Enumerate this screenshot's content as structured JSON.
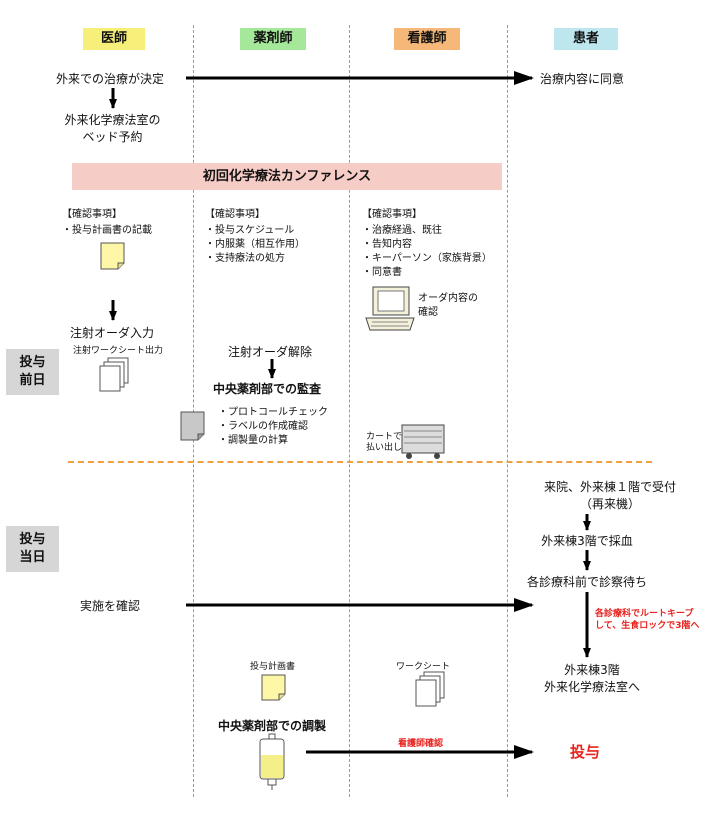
{
  "lanes": [
    {
      "label": "医師",
      "color": "#f6f07a"
    },
    {
      "label": "薬剤師",
      "color": "#a6e89a"
    },
    {
      "label": "看護師",
      "color": "#f6b878"
    },
    {
      "label": "患者",
      "color": "#bde6ee"
    }
  ],
  "phases": {
    "before": [
      "投与",
      "前日"
    ],
    "day": [
      "投与",
      "当日"
    ]
  },
  "doctor": {
    "decide": "外来での治療が決定",
    "bed": [
      "外来化学療法室の",
      "ベッド予約"
    ],
    "confirm_title": "【確認事項】",
    "confirm_items": [
      "・投与計画書の記載"
    ],
    "order": "注射オーダ入力",
    "worksheet_out": "注射ワークシート出力",
    "implement": "実施を確認"
  },
  "conference": {
    "label": "初回化学療法カンファレンス",
    "color": "#f6cdc6"
  },
  "pharmacist": {
    "confirm_title": "【確認事項】",
    "confirm_items": [
      "・投与スケジュール",
      "・内服薬（相互作用）",
      "・支持療法の処方"
    ],
    "release": "注射オーダ解除",
    "audit": "中央薬剤部での監査",
    "audit_items": [
      "・プロトコールチェック",
      "・ラベルの作成確認",
      "・調製量の計算"
    ],
    "plan_doc": "投与計画書",
    "prep": "中央薬剤部での調製"
  },
  "nurse": {
    "confirm_title": "【確認事項】",
    "confirm_items": [
      "・治療経過、既往",
      "・告知内容",
      "・キーパーソン（家族背景）",
      "・同意書"
    ],
    "order_confirm": [
      "オーダ内容の",
      "確認"
    ],
    "cart": [
      "カートで",
      "払い出し"
    ],
    "worksheet": "ワークシート",
    "nurse_check": "看護師確認"
  },
  "patient": {
    "agree": "治療内容に同意",
    "reception": [
      "来院、外来棟１階で受付",
      "（再来機）"
    ],
    "blood": "外来棟3階で採血",
    "wait": "各診療科前で診察待ち",
    "route_note": [
      "各診療科でルートキープ",
      "して、生食ロックで3階へ"
    ],
    "to_room": [
      "外来棟3階",
      "外来化学療法室へ"
    ],
    "admin": "投与"
  },
  "colors": {
    "accent_red": "#e8231e",
    "divider": "#f0a040"
  }
}
